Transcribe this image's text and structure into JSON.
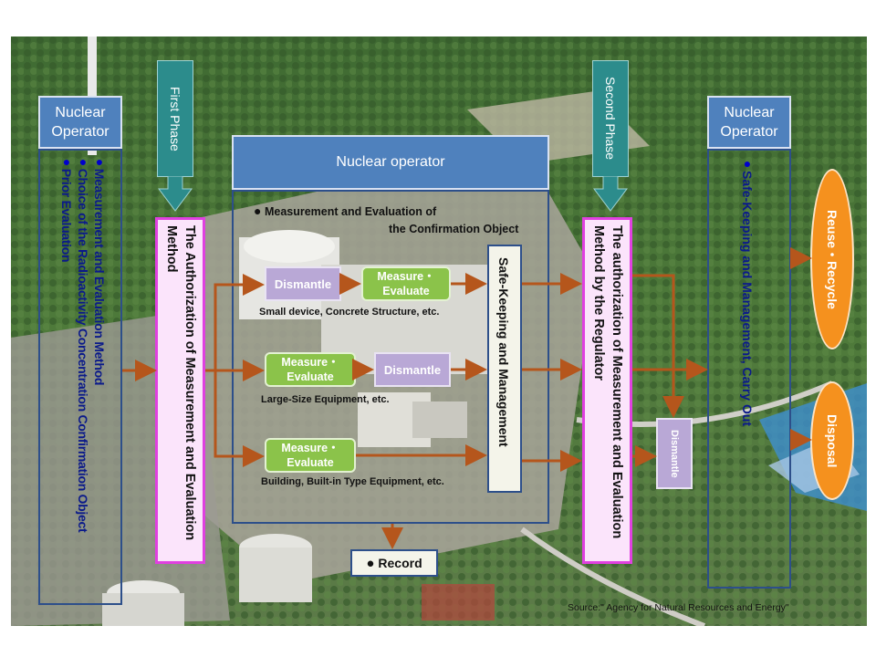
{
  "left_operator": {
    "title_line1": "Nuclear",
    "title_line2": "Operator",
    "items": [
      "Measurement and Evaluation Method",
      "Choice of the Radioactivity Concentration Confirmation Object",
      "Prior Evaluation"
    ]
  },
  "first_phase": {
    "label": "First Phase",
    "auth_text": "The Authorization of Measurement and Evaluation Method"
  },
  "center": {
    "title": "Nuclear operator",
    "measure_title_line1": "Measurement and Evaluation of",
    "measure_title_line2": "the Confirmation Object",
    "dismantle": "Dismantle",
    "measure_line1": "Measure・",
    "measure_line2": "Evaluate",
    "caption1": "Small device, Concrete Structure, etc.",
    "caption2": "Large-Size Equipment, etc.",
    "caption3": "Building, Built-in Type Equipment, etc.",
    "safekeeping": "Safe-Keeping and Management"
  },
  "second_phase": {
    "label": "Second Phase",
    "auth_text": "The authorization of Measurement and Evaluation Method by the Regulator",
    "dismantle": "Dismantle"
  },
  "right_operator": {
    "title_line1": "Nuclear",
    "title_line2": "Operator",
    "item": "Safe-Keeping and Management, Carry Out"
  },
  "outcomes": {
    "reuse": "Reuse・Recycle",
    "disposal": "Disposal"
  },
  "record": "Record",
  "source": "Source:\" Agency for Natural Resources and Energy\"",
  "colors": {
    "header_blue": "#4f81bd",
    "phase_teal": "#2c8c8c",
    "pink_border": "#e040e0",
    "pink_fill": "#fbe4fb",
    "green": "#8bc34a",
    "lavender": "#b9a8d6",
    "orange": "#f5911e",
    "arrow_brown": "#b5561c"
  }
}
